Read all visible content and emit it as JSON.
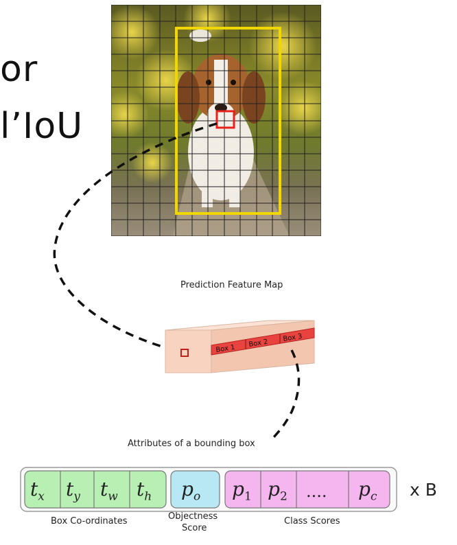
{
  "left_text": {
    "line1": "or",
    "line2": "l’IoU"
  },
  "feature_map": {
    "title": "Prediction Feature Map",
    "boxes": [
      "Box 1",
      "Box 2",
      "Box 3"
    ]
  },
  "attributes": {
    "title": "Attributes of a bounding box",
    "box_coords": [
      "t_x",
      "t_y",
      "t_w",
      "t_h"
    ],
    "objectness": "p_o",
    "class_scores": [
      "p_1",
      "p_2",
      "....",
      "p_c"
    ],
    "multiplier": "x B",
    "labels": {
      "box_coordinates": "Box Co-ordinates",
      "objectness_score_line1": "Objectness",
      "objectness_score_line2": "Score",
      "class_scores": "Class Scores"
    }
  },
  "colors": {
    "grid_line": "#222222",
    "ground_truth_box": "#f2d600",
    "center_cell": "#e8201c",
    "feature_map_face": "#f8d3c0",
    "feature_map_stripe": "#e8433e",
    "coords_fill": "#b8f0b4",
    "objectness_fill": "#b7e8f3",
    "class_fill": "#f5b5ef"
  }
}
